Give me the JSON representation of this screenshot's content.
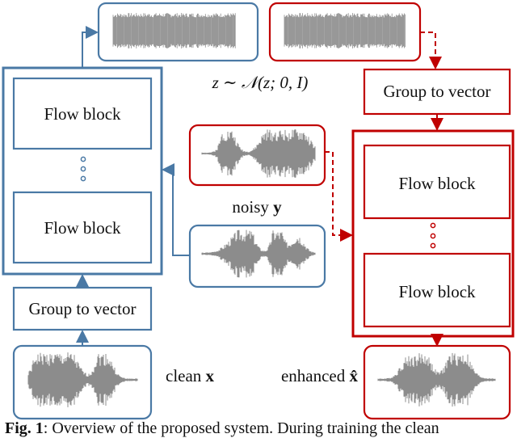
{
  "colors": {
    "blue": "#4a79a5",
    "red": "#c00000",
    "wave": "#8c8c8c",
    "text": "#111111"
  },
  "labels": {
    "flow_block": "Flow block",
    "group_to_vector": "Group to vector",
    "latent": "z ∼ 𝒩(z; 0, I)",
    "noisy_prefix": "noisy ",
    "noisy_var": "y",
    "clean_prefix": "clean ",
    "clean_var": "x",
    "enhanced_prefix": "enhanced ",
    "enhanced_var": "x̂"
  },
  "caption": {
    "fig_label": "Fig. 1",
    "text": ": Overview of the proposed system. During training the clean"
  }
}
